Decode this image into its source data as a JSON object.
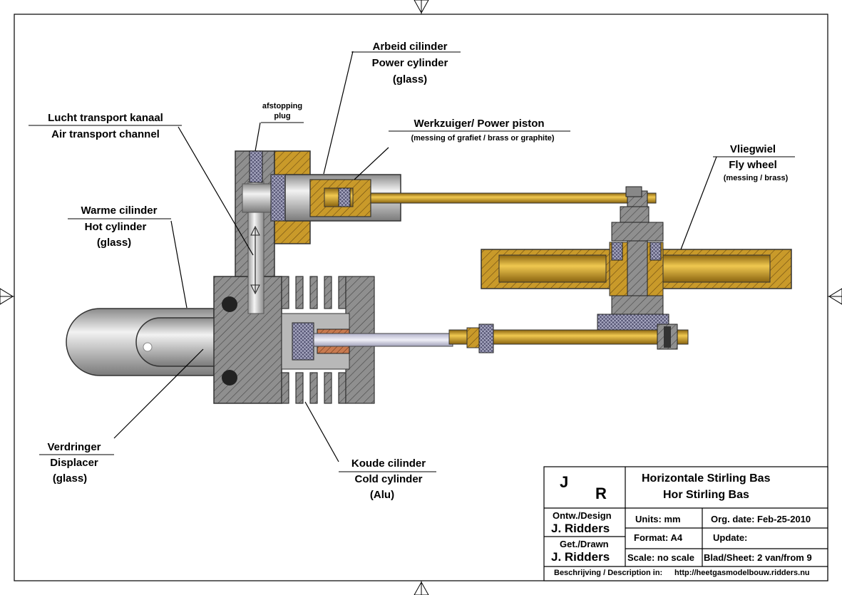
{
  "labels": {
    "power_cylinder": [
      "Arbeid cilinder",
      "Power cylinder",
      "(glass)"
    ],
    "plug": [
      "afstopping",
      "plug"
    ],
    "air_channel": [
      "Lucht transport kanaal",
      "Air transport channel"
    ],
    "power_piston": [
      "Werkzuiger/ Power piston",
      "(messing of grafiet / brass or graphite)"
    ],
    "flywheel": [
      "Vliegwiel",
      "Fly wheel",
      "(messing / brass)"
    ],
    "hot_cylinder": [
      "Warme cilinder",
      "Hot cylinder",
      "(glass)"
    ],
    "displacer": [
      "Verdringer",
      "Displacer",
      "(glass)"
    ],
    "cold_cylinder": [
      "Koude cilinder",
      "Cold cylinder",
      "(Alu)"
    ]
  },
  "title_block": {
    "initials_1": "J",
    "initials_2": "R",
    "title_nl": "Horizontale Stirling Bas",
    "title_en": "Hor Stirling Bas",
    "design_label": "Ontw./Design",
    "design_name": "J. Ridders",
    "drawn_label": "Get./Drawn",
    "drawn_name": "J. Ridders",
    "units": "Units: mm",
    "format": "Format: A4",
    "scale": "Scale: no scale",
    "org_date": "Org. date: Feb-25-2010",
    "update": "Update:",
    "sheet": "Blad/Sheet: 2 van/from 9",
    "description_label": "Beschrijving / Description in:",
    "url": "http://heetgasmodelbouw.ridders.nu"
  },
  "colors": {
    "brass": "#d9a520",
    "steel": "#8c8c8c",
    "alu": "#9a9a9a",
    "glass": "#c8c8c8",
    "copper": "#c87a50",
    "navy": "#4a4a6a"
  }
}
